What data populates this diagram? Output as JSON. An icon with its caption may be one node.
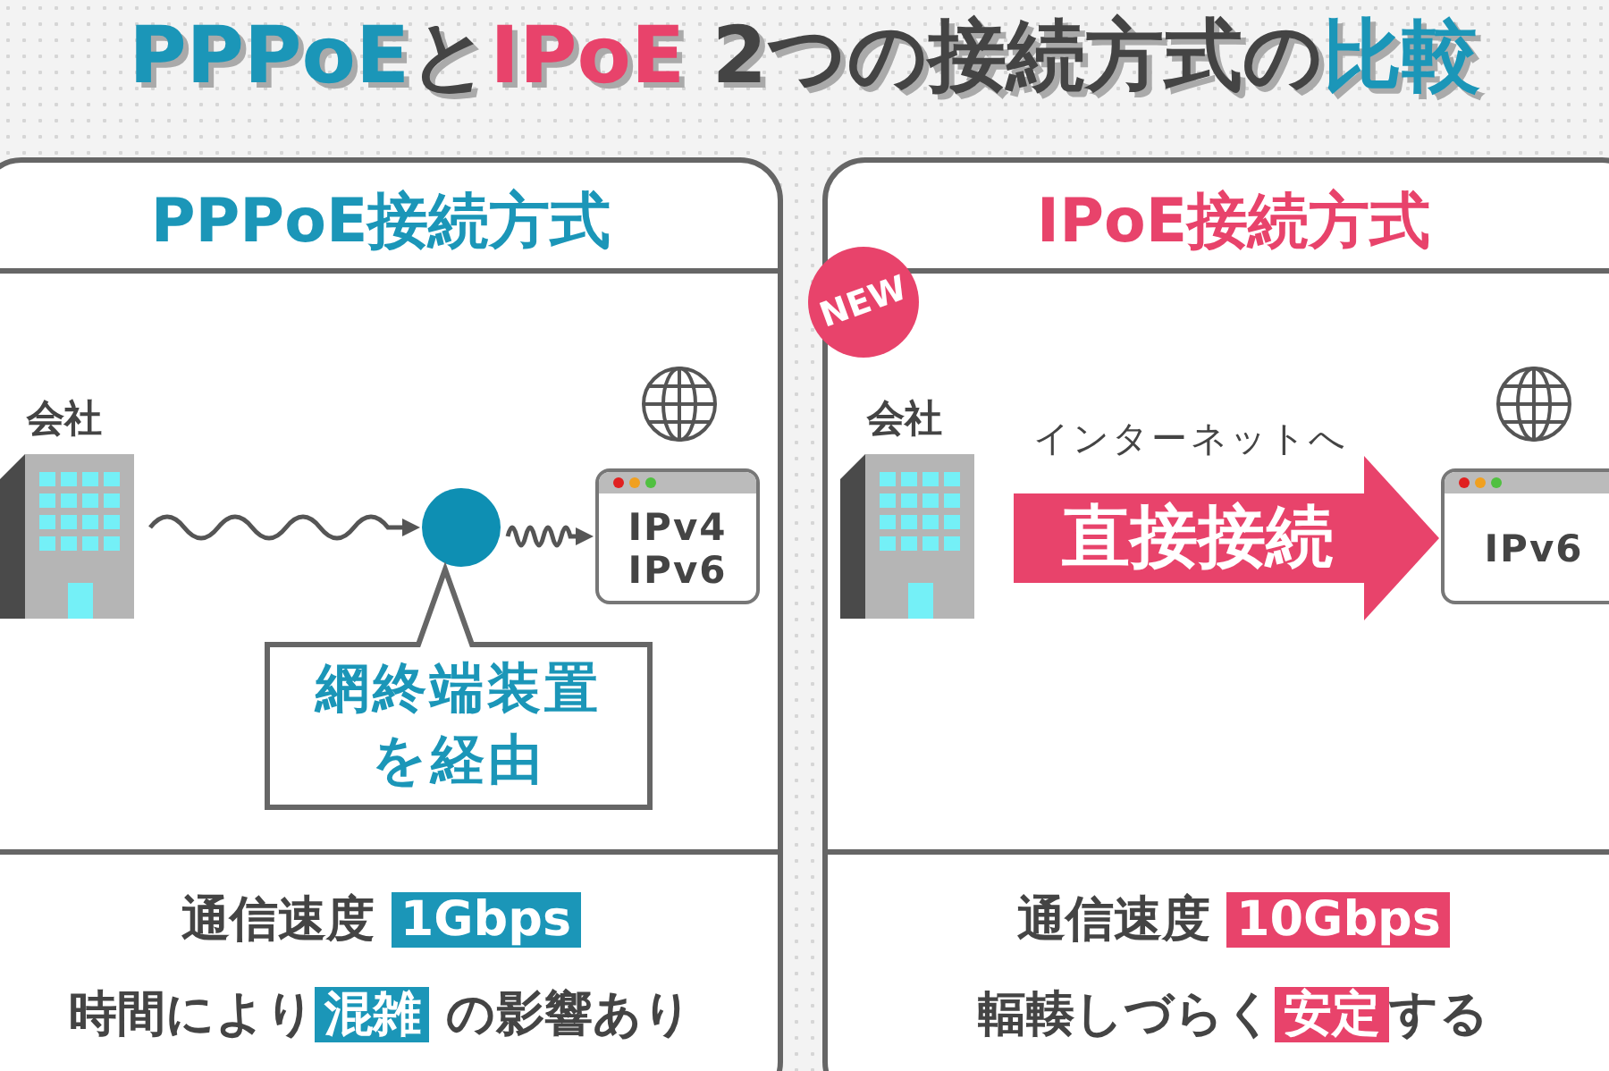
{
  "diagram": {
    "title": "**PPPoE**と**IPoE** 2つの接続方式の**比較**",
    "nodes": [
      {
        "text": [
          "PPPoE接続方式",
          "通信速度 **1Gbps**",
          "時間により**混雑** の影響あり"
        ]
      },
      {
        "text": [
          "IPoE接続方式",
          "通信速度 **10Gbps**",
          "輻輳しづらく**安定**する"
        ]
      },
      {
        "text": [
          "会社"
        ],
        "in": 0
      },
      {
        "text": [],
        "shape": "circle",
        "in": 0
      },
      {
        "text": [
          "IPv4 IPv6"
        ],
        "in": 0
      },
      {
        "text": [
          "網終端装置を経由"
        ],
        "in": 0
      },
      {
        "text": [
          "NEW"
        ]
      },
      {
        "text": [
          "会社"
        ],
        "in": 1
      },
      {
        "text": [
          "IPv6"
        ],
        "in": 1
      }
    ],
    "edges": [
      {
        "from": 2,
        "to": 3,
        "arrow": "to"
      },
      {
        "from": 3,
        "to": 4,
        "arrow": "to"
      },
      {
        "from": 7,
        "to": 8,
        "arrow": "to",
        "label": "直接接続",
        "style": "thick",
        "color": "#e8436b"
      }
    ],
    "labels": [
      "インターネットへ"
    ]
  }
}
